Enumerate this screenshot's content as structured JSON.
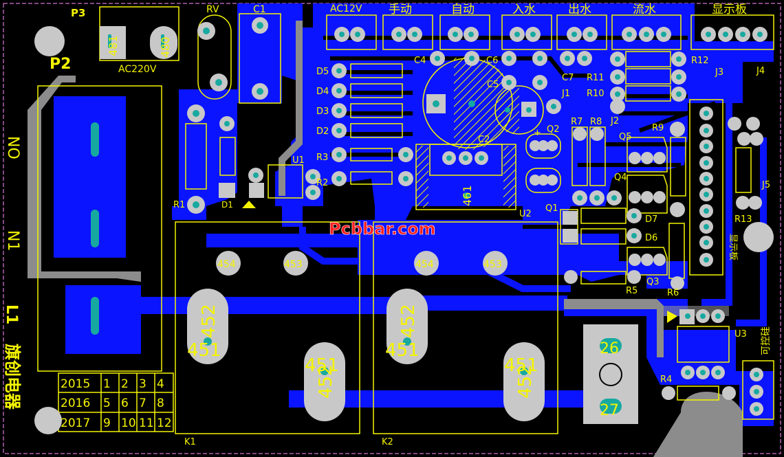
{
  "board": {
    "watermark": "Pcbbar.com",
    "brand": "旗创电器",
    "silk_color": "#f4f400",
    "copper_color": "#0a14ff",
    "pad_color": "#c8c8c8",
    "hole_color": "#17a9a0",
    "board_bg": "#000000",
    "watermark_color": "#ff2020"
  },
  "headers": {
    "p3": "P3",
    "p2": "P2",
    "ac220": "AC220V",
    "rv": "RV",
    "c1": "C1",
    "ac12v": "AC12V",
    "manual": "手动",
    "auto": "自动",
    "in_water": "入水",
    "out_water": "出水",
    "flow_water": "流水",
    "display_board": "显示板",
    "no": "NO",
    "n1": "N1",
    "l1": "L1"
  },
  "designators": {
    "d1": "D1",
    "d2": "D2",
    "d3": "D3",
    "d4": "D4",
    "d5": "D5",
    "d6": "D6",
    "d7": "D7",
    "r1": "R1",
    "r2": "R2",
    "r3": "R3",
    "r4": "R4",
    "r5": "R5",
    "r6": "R6",
    "r7": "R7",
    "r8": "R8",
    "r9": "R9",
    "r10": "R10",
    "r11": "R11",
    "r12": "R12",
    "r13": "R13",
    "c2": "C2",
    "c4": "C4",
    "c5": "C5",
    "c6": "C6",
    "c7": "C7",
    "u1": "U1",
    "u2": "U2",
    "u3": "U3",
    "q1": "Q1",
    "q2": "Q2",
    "q3": "Q3",
    "q4": "Q4",
    "q5": "Q5",
    "j1": "J1",
    "j2": "J2",
    "j3": "J3",
    "j4": "J4",
    "j5": "J5",
    "k1": "K1",
    "k2": "K2",
    "plus": "+",
    "thyristor": "可控硅",
    "display_board_v": "显示板"
  },
  "pads": {
    "p481": "481",
    "p480": "480",
    "p454a": "454",
    "p453a": "453",
    "p454b": "454",
    "p453b": "453",
    "p452a": "452",
    "p451a": "451",
    "p451b": "451",
    "p452b": "452",
    "p452c": "452",
    "p451c": "451",
    "p451d": "451",
    "p452d": "452",
    "p461": "461",
    "p26": "26",
    "p27": "27"
  },
  "date_table": {
    "rows": [
      [
        "2015",
        "1",
        "2",
        "3",
        "4"
      ],
      [
        "2016",
        "5",
        "6",
        "7",
        "8"
      ],
      [
        "2017",
        "9",
        "10",
        "11",
        "12"
      ]
    ]
  }
}
